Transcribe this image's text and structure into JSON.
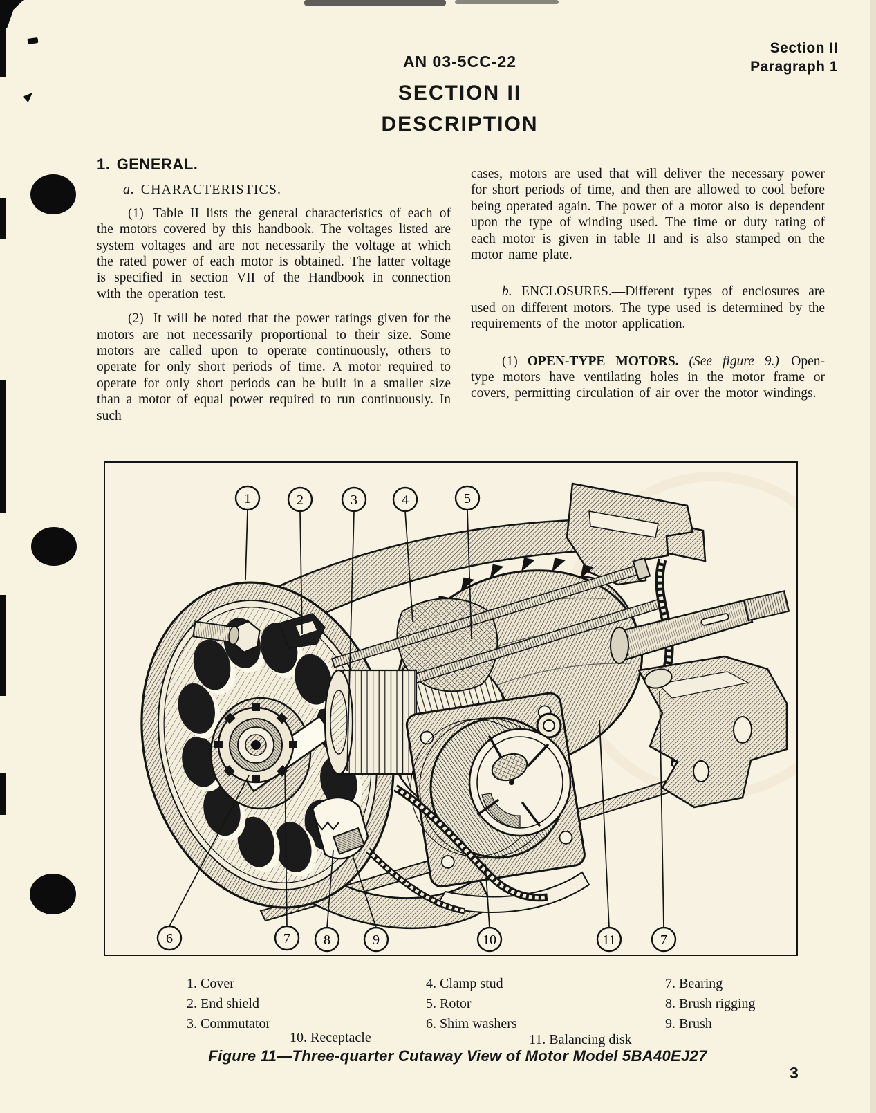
{
  "page": {
    "doc_number": "AN 03-5CC-22",
    "header_right_line1": "Section II",
    "header_right_line2": "Paragraph 1",
    "section_title": "SECTION II",
    "section_subtitle": "DESCRIPTION",
    "page_number": "3"
  },
  "left_column": {
    "heading": "1. GENERAL.",
    "sub_letter": "a.",
    "sub_heading": "CHARACTERISTICS.",
    "para1_num": "(1)",
    "para1": "Table II lists the general characteristics of each of the motors covered by this handbook. The voltages listed are system voltages and are not necessarily the voltage at which the rated power of each motor is obtained. The latter voltage is specified in section VII of the Handbook in connection with the operation test.",
    "para2_num": "(2)",
    "para2": "It will be noted that the power ratings given for the motors are not necessarily proportional to their size. Some motors are called upon to operate continuously, others to operate for only short periods of time. A motor required to operate for only short periods can be built in a smaller size than a motor of equal power required to run continuously.  In such"
  },
  "right_column": {
    "para1": "cases, motors are used that will deliver the necessary power for short periods of time, and then are allowed to cool before being operated again. The power of a motor also is dependent upon the type of winding used. The time or duty rating of each motor is given in table II and is also stamped on the motor name plate.",
    "b_letter": "b.",
    "b_head": "ENCLOSURES.",
    "b_body": "—Different types of enclosures are used on different motors. The type used is determined by the requirements of the motor application.",
    "open_num": "(1)",
    "open_head": "OPEN-TYPE MOTORS.",
    "open_ref": "(See figure 9.)—",
    "open_body": "Open-type motors have ventilating holes in the motor frame or covers, permitting circulation of air over the motor windings."
  },
  "figure": {
    "callouts_top": [
      "1",
      "2",
      "3",
      "4",
      "5"
    ],
    "callouts_bottom": [
      "6",
      "7",
      "8",
      "9",
      "10",
      "11",
      "7"
    ],
    "legend_col1": [
      "1.  Cover",
      "2.  End shield",
      "3.  Commutator"
    ],
    "legend_col2": [
      "4.  Clamp stud",
      "5.  Rotor",
      "6.  Shim washers"
    ],
    "legend_col3": [
      "7.  Bearing",
      "8.  Brush rigging",
      "9.  Brush"
    ],
    "legend_row2": [
      "10.  Receptacle",
      "11.  Balancing disk"
    ],
    "caption": "Figure 11—Three-quarter Cutaway View of Motor Model 5BA40EJ27"
  },
  "colors": {
    "paper": "#f8f2e1",
    "ink": "#161616",
    "figure_line": "#141414"
  }
}
